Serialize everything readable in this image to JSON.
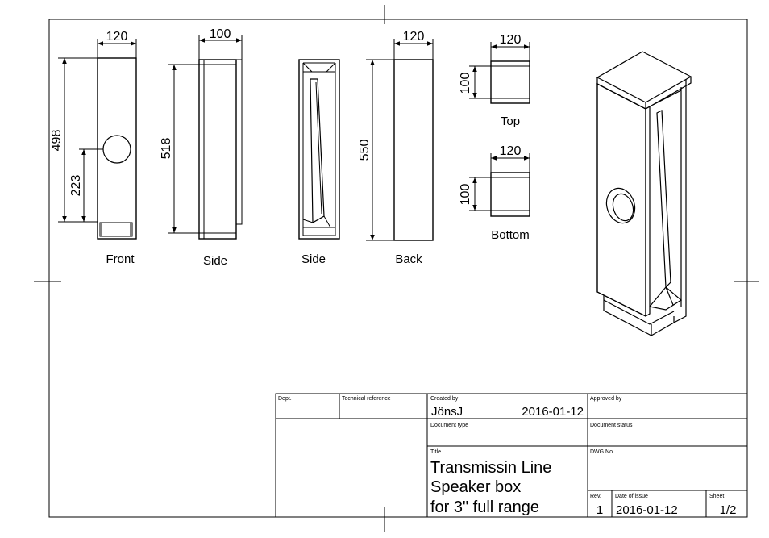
{
  "views": {
    "front": {
      "label": "Front",
      "width_dim": "120",
      "height_dim": "498",
      "hole_dim": "223"
    },
    "side1": {
      "label": "Side",
      "width_dim": "100",
      "height_dim": "518"
    },
    "side2": {
      "label": "Side"
    },
    "back": {
      "label": "Back",
      "width_dim": "120",
      "height_dim": "550"
    },
    "top": {
      "label": "Top",
      "width_dim": "120",
      "height_dim": "100"
    },
    "bottom": {
      "label": "Bottom",
      "width_dim": "120",
      "height_dim": "100"
    }
  },
  "title_block": {
    "dept_label": "Dept.",
    "tech_ref_label": "Technical reference",
    "created_by_label": "Created by",
    "created_by": "JönsJ",
    "created_date": "2016-01-12",
    "approved_by_label": "Approved by",
    "doc_type_label": "Document type",
    "doc_status_label": "Document status",
    "title_label": "Title",
    "title_lines": [
      "Transmissin Line",
      "Speaker box",
      "for 3\" full range"
    ],
    "dwg_no_label": "DWG No.",
    "rev_label": "Rev.",
    "rev": "1",
    "date_of_issue_label": "Date of issue",
    "date_of_issue": "2016-01-12",
    "sheet_label": "Sheet",
    "sheet": "1/2"
  }
}
